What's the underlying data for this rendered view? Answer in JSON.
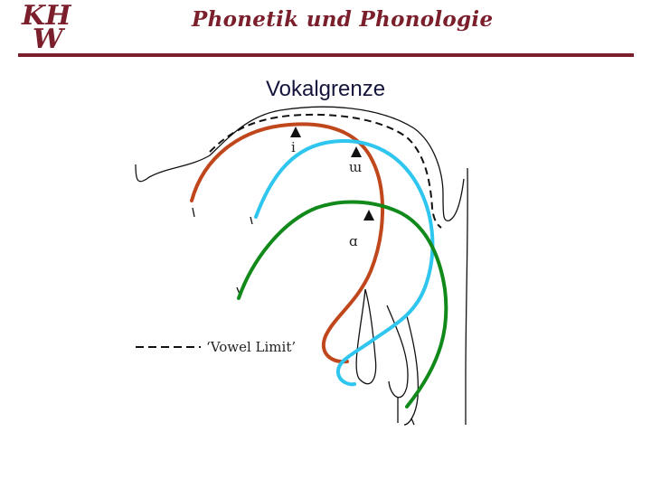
{
  "header": {
    "logo_letters_top": "KH",
    "logo_letter_bottom": "W",
    "title": "Phonetik und Phonologie"
  },
  "slide": {
    "title": "Vokalgrenze"
  },
  "diagram": {
    "vowel_labels": {
      "i": "i",
      "u": "ɯ",
      "a": "ɑ"
    },
    "legend_label": "‘Vowel Limit’",
    "colors": {
      "brand": "#7a1f2b",
      "i_curve": "#c0461b",
      "u_curve": "#2ec5ef",
      "a_curve": "#118a1b",
      "outline": "#111111"
    }
  }
}
